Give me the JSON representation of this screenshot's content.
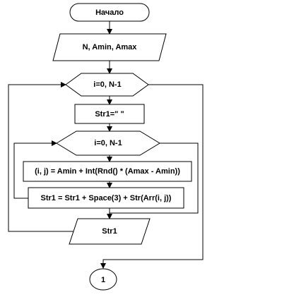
{
  "flowchart": {
    "start": "Начало",
    "input": "N, Amin, Amax",
    "outer_loop": "i=0, N-1",
    "init_str": "Str1=\" \"",
    "inner_loop": "i=0, N-1",
    "assign_element": "(i, j) = Amin + Int(Rnd() * (Amax - Amin))",
    "concat_str": "Str1 = Str1 + Space(3) + Str(Arr(i, j))",
    "output": "Str1",
    "connector": "1"
  },
  "colors": {
    "stroke": "#000000",
    "fill": "#ffffff"
  }
}
